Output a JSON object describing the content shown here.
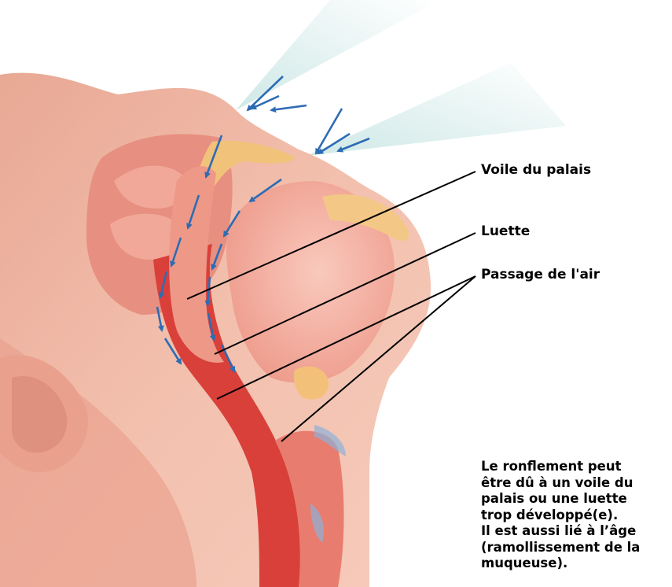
{
  "labels": {
    "soft_palate": "Voile du palais",
    "uvula": "Luette",
    "airway": "Passage de l'air"
  },
  "caption": [
    "Le ronflement peut",
    "être dû à un voile du",
    "palais ou une luette",
    "trop développé(e).",
    "Il est aussi lié à l’âge",
    "(ramollissement de la",
    "muqueuse)."
  ],
  "colors": {
    "skin": "#f0b5a3",
    "tissue": "#eb9383",
    "airway": "#d9403a",
    "tongue": "#f4b9ad",
    "bone": "#f1c27a",
    "airflow_arrow": "#2d6cb4",
    "air_stream": "#c9e6e4"
  }
}
